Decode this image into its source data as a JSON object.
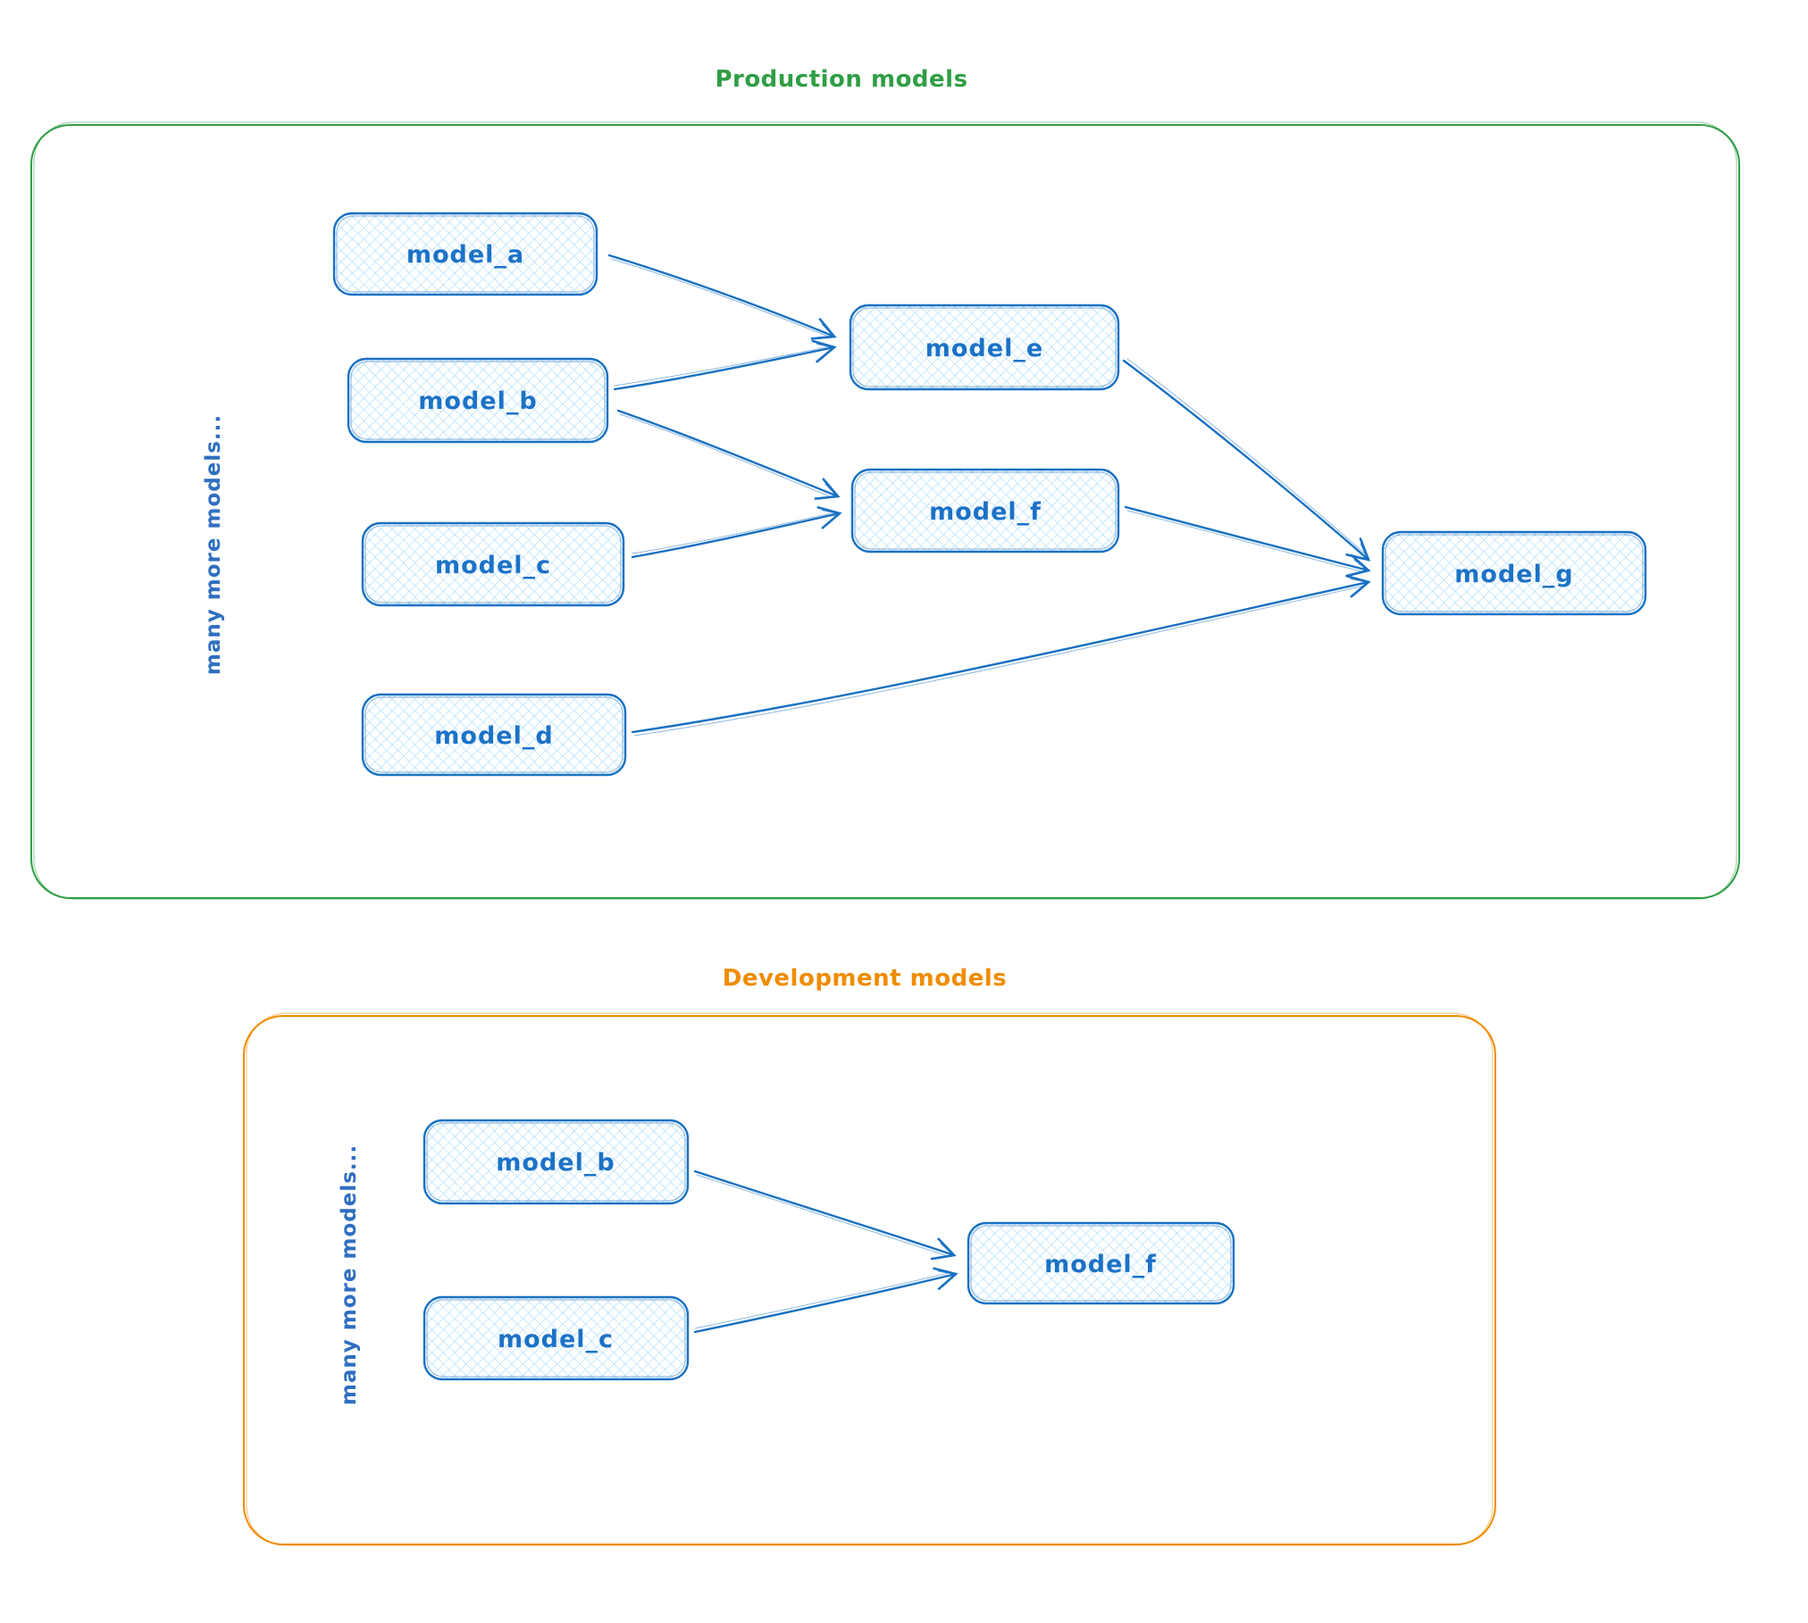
{
  "diagram": {
    "background": "#ffffff",
    "colors": {
      "node_stroke_blue": "#1971c2",
      "node_fill_blue": "#a5d8ff",
      "production_green": "#2f9e44",
      "development_orange": "#f08c00"
    }
  },
  "production": {
    "title": "Production models",
    "side_label": "many more models...",
    "nodes": {
      "a": {
        "label": "model_a"
      },
      "b": {
        "label": "model_b"
      },
      "c": {
        "label": "model_c"
      },
      "d": {
        "label": "model_d"
      },
      "e": {
        "label": "model_e"
      },
      "f": {
        "label": "model_f"
      },
      "g": {
        "label": "model_g"
      }
    },
    "edges": [
      {
        "from": "model_a",
        "to": "model_e"
      },
      {
        "from": "model_b",
        "to": "model_e"
      },
      {
        "from": "model_b",
        "to": "model_f"
      },
      {
        "from": "model_c",
        "to": "model_f"
      },
      {
        "from": "model_e",
        "to": "model_g"
      },
      {
        "from": "model_f",
        "to": "model_g"
      },
      {
        "from": "model_d",
        "to": "model_g"
      }
    ]
  },
  "development": {
    "title": "Development models",
    "side_label": "many more models...",
    "nodes": {
      "b": {
        "label": "model_b"
      },
      "c": {
        "label": "model_c"
      },
      "f": {
        "label": "model_f"
      }
    },
    "edges": [
      {
        "from": "model_b",
        "to": "model_f"
      },
      {
        "from": "model_c",
        "to": "model_f"
      }
    ]
  }
}
